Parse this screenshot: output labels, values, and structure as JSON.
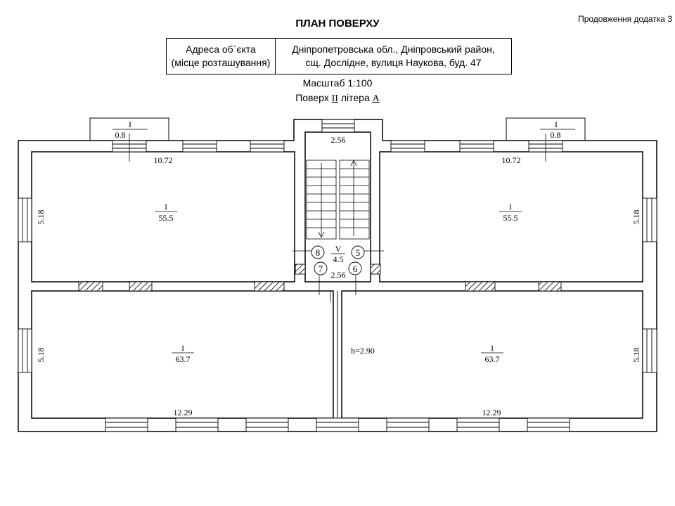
{
  "header": {
    "appendix_note": "Продовження додатка 3",
    "title": "ПЛАН ПОВЕРХУ"
  },
  "address_table": {
    "label_line1": "Адреса об`єкта",
    "label_line2": "(місце розташування)",
    "value_line1": "Дніпропетровська обл., Дніпровський район,",
    "value_line2": "сщ. Дослідне, вулиця Наукова, буд. 47"
  },
  "scale_text": "Масштаб 1:100",
  "floor_line": {
    "prefix": "Поверх",
    "floor": "II",
    "middle": "літера",
    "letter": "А"
  },
  "plan": {
    "porch_left": {
      "num": "I",
      "area": "0.8"
    },
    "porch_right": {
      "num": "I",
      "area": "0.8"
    },
    "room_top_left": {
      "num": "1",
      "area": "55.5"
    },
    "room_top_right": {
      "num": "1",
      "area": "55.5"
    },
    "room_bottom_left": {
      "num": "1",
      "area": "63.7"
    },
    "room_bottom_right": {
      "num": "1",
      "area": "63.7"
    },
    "stair": {
      "num": "V",
      "area": "4.5"
    },
    "stair_width_top": "2.56",
    "stair_width_bottom": "2.56",
    "dim_top_left": "10.72",
    "dim_top_right": "10.72",
    "dim_bottom_left": "12.29",
    "dim_bottom_right": "12.29",
    "dim_side_top_left": "5.18",
    "dim_side_top_right": "5.18",
    "dim_side_bottom_left": "5.18",
    "dim_side_bottom_right": "5.18",
    "ceiling_height": "h=2.90",
    "circle_labels": [
      "8",
      "5",
      "7",
      "6"
    ]
  }
}
